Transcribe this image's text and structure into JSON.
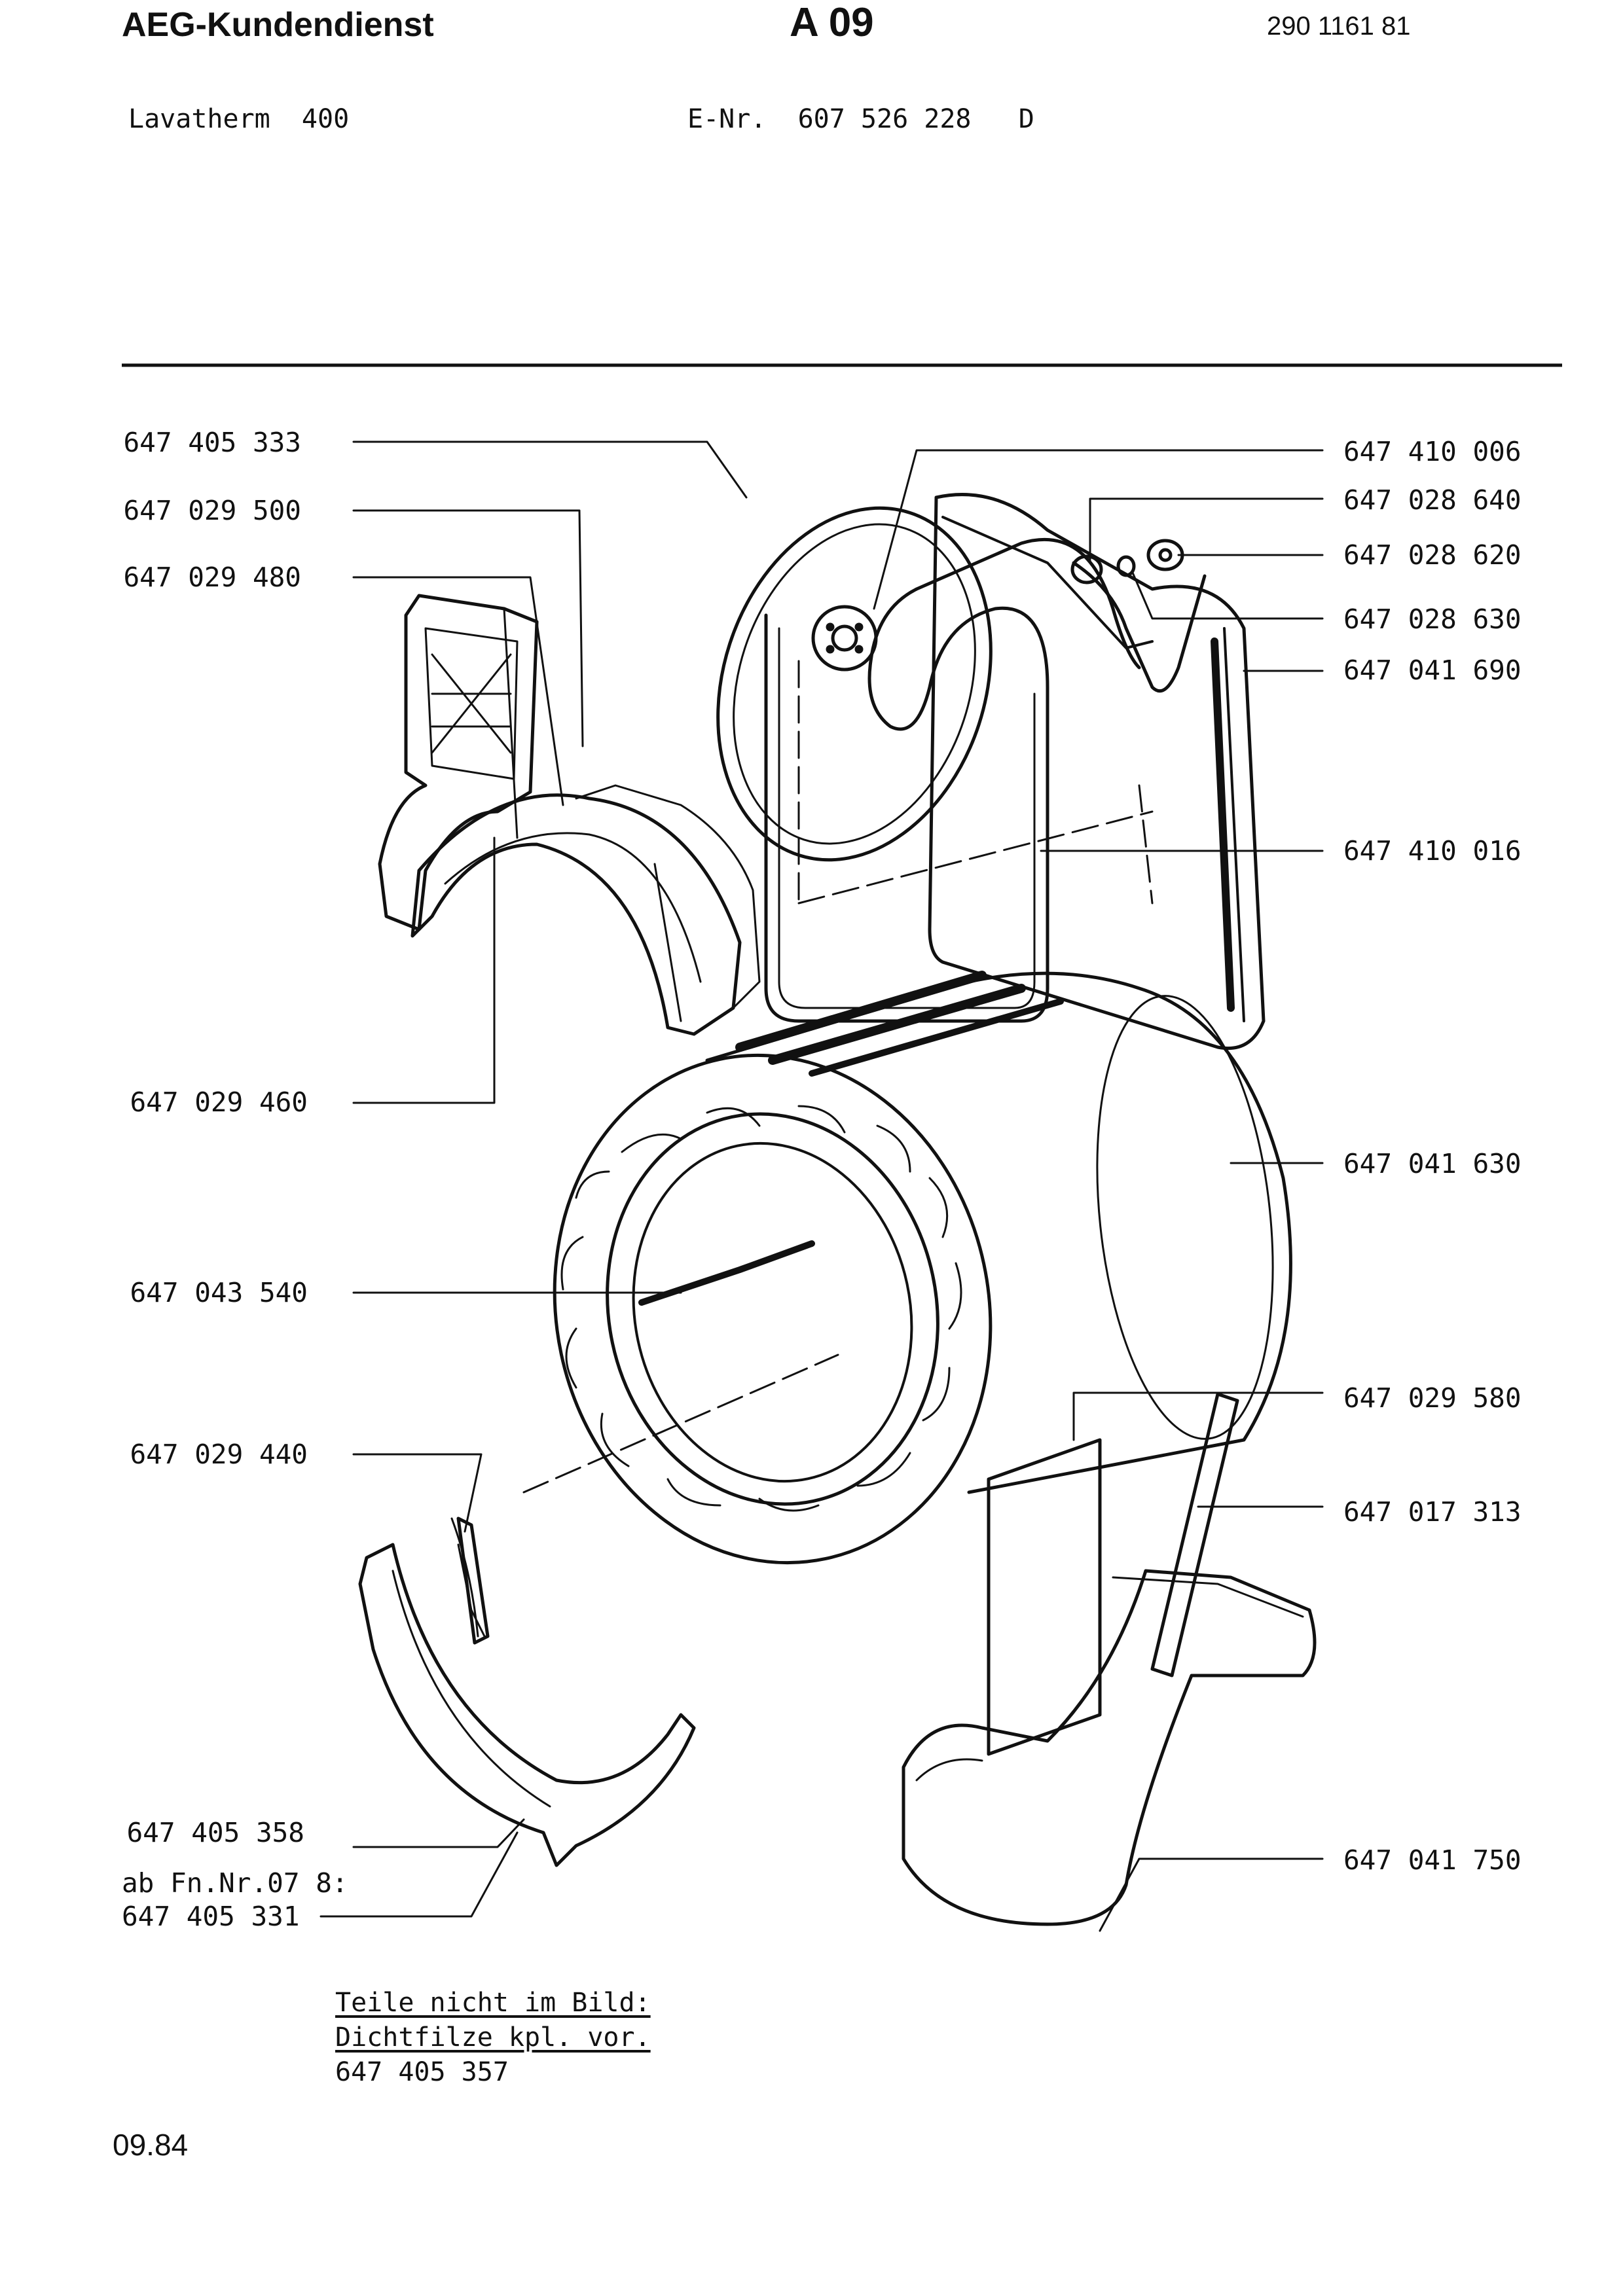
{
  "header": {
    "brand": "AEG-Kundendienst",
    "page_code": "A 09",
    "document_number": "290 1161 81"
  },
  "subheader": {
    "model": "Lavatherm  400",
    "e_number": "E-Nr.  607 526 228   D"
  },
  "parts_left": [
    "647 405 333",
    "647 029 500",
    "647 029 480",
    "647 029 460",
    "647 043 540",
    "647 029 440",
    "647 405 358",
    "ab Fn.Nr.07 8:",
    "647 405 331"
  ],
  "parts_right": [
    "647 410 006",
    "647 028 640",
    "647 028 620",
    "647 028 630",
    "647 041 690",
    "647 410 016",
    "647 041 630",
    "647 029 580",
    "647 017 313",
    "647 041 750"
  ],
  "note": {
    "heading": "Teile nicht im Bild:",
    "line1": "Dichtfilze kpl. vor.",
    "line2": "647 405 357"
  },
  "footer": {
    "date": "09.84"
  }
}
